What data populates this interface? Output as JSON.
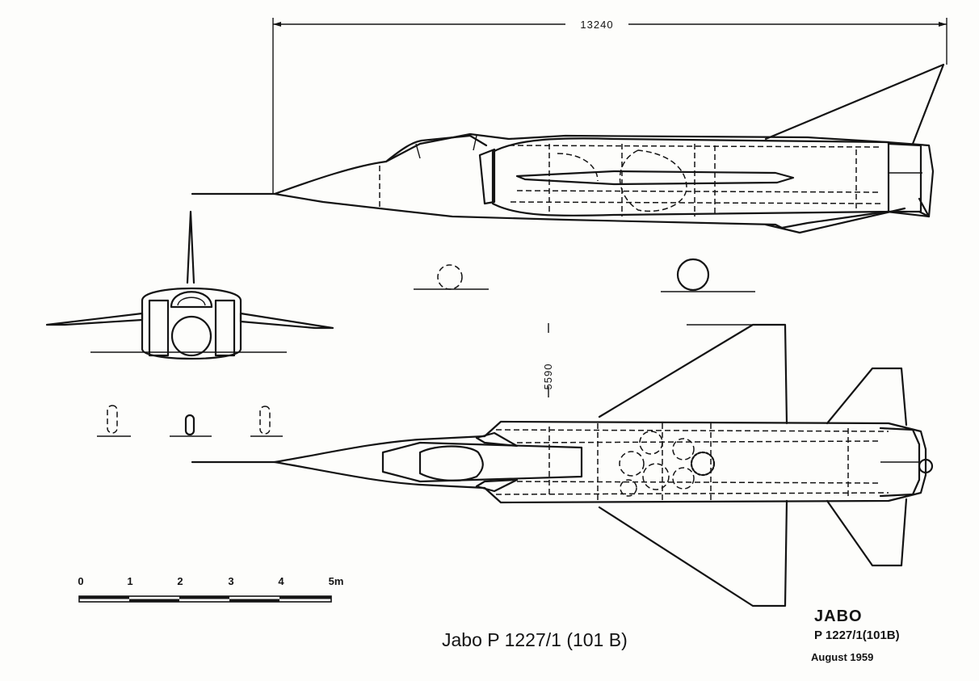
{
  "drawing": {
    "overall_length": "13240",
    "wingspan": "5590",
    "scale_bar": {
      "ticks": [
        "0",
        "1",
        "2",
        "3",
        "4",
        "5m"
      ]
    },
    "caption": "Jabo P 1227/1 (101 B)",
    "stamp": {
      "title": "JABO",
      "designation": "P 1227/1(101B)",
      "date": "August 1959"
    },
    "views": [
      "side-view",
      "front-view",
      "top-view"
    ]
  },
  "colors": {
    "ink": "#141414",
    "paper": "#fdfdfb"
  }
}
